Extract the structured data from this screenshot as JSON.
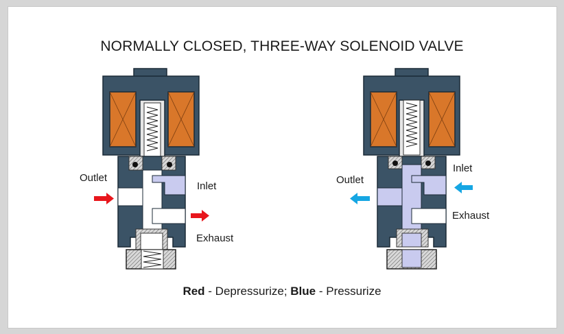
{
  "title": "NORMALLY CLOSED, THREE-WAY SOLENOID VALVE",
  "left_valve": {
    "outlet_label": "Outlet",
    "inlet_label": "Inlet",
    "exhaust_label": "Exhaust"
  },
  "right_valve": {
    "outlet_label": "Outlet",
    "inlet_label": "Inlet",
    "exhaust_label": "Exhaust"
  },
  "legend": {
    "red_word": "Red",
    "red_text": " - Depressurize; ",
    "blue_word": "Blue",
    "blue_text": " - Pressurize"
  },
  "colors": {
    "body": "#3b5366",
    "coil": "#d9772a",
    "pressurized": "#c9cbef",
    "arrow_red": "#e8161c",
    "arrow_blue": "#16a6e3"
  }
}
